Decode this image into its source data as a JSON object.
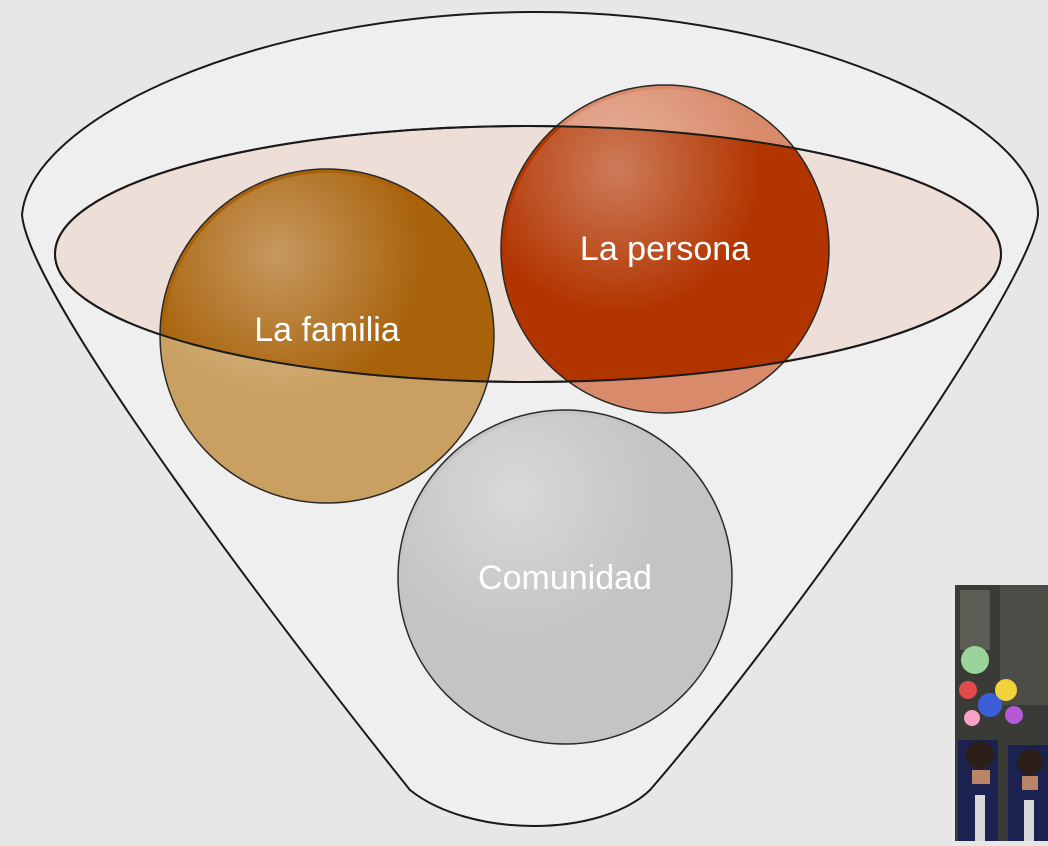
{
  "diagram": {
    "background_color": "#e8e6e7",
    "funnel": {
      "fill": "#efeff0",
      "stroke": "#1a1a1a",
      "top_ellipse_fill": "#eeded8"
    },
    "nodes": [
      {
        "id": "familia",
        "label": "La familia",
        "color": "#a8620a",
        "lower_color": "#c9a062"
      },
      {
        "id": "persona",
        "label": "La persona",
        "color": "#b23500",
        "lower_color": "#d98a6a"
      },
      {
        "id": "comunidad",
        "label": "Comunidad",
        "color": "#c4c4c4",
        "lower_color": "#c4c4c4"
      }
    ],
    "photo": {
      "description_icon": "photo-icon"
    }
  }
}
